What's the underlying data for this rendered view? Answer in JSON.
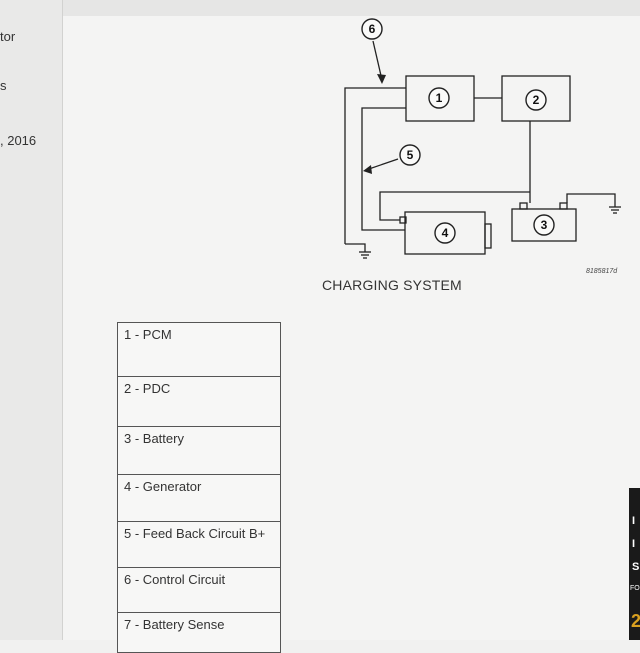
{
  "sidebar": {
    "fragments": [
      "tor",
      "s",
      ", 2016"
    ]
  },
  "diagram": {
    "title": "CHARGING SYSTEM",
    "figure_id": "8185817d",
    "callouts": [
      "1",
      "2",
      "3",
      "4",
      "5",
      "6"
    ]
  },
  "legend": {
    "items": [
      "1 - PCM",
      "2 - PDC",
      "3 - Battery",
      "4 - Generator",
      "5 - Feed Back Circuit B+",
      "6 - Control Circuit",
      "7 - Battery Sense"
    ]
  },
  "ad": {
    "chars": [
      "I",
      "I",
      "S"
    ],
    "small": "FO",
    "gold": "2"
  },
  "colors": {
    "background": "#f4f4f3",
    "sidebar": "#e9e9e8",
    "line": "#222222",
    "table_border": "#555555"
  }
}
